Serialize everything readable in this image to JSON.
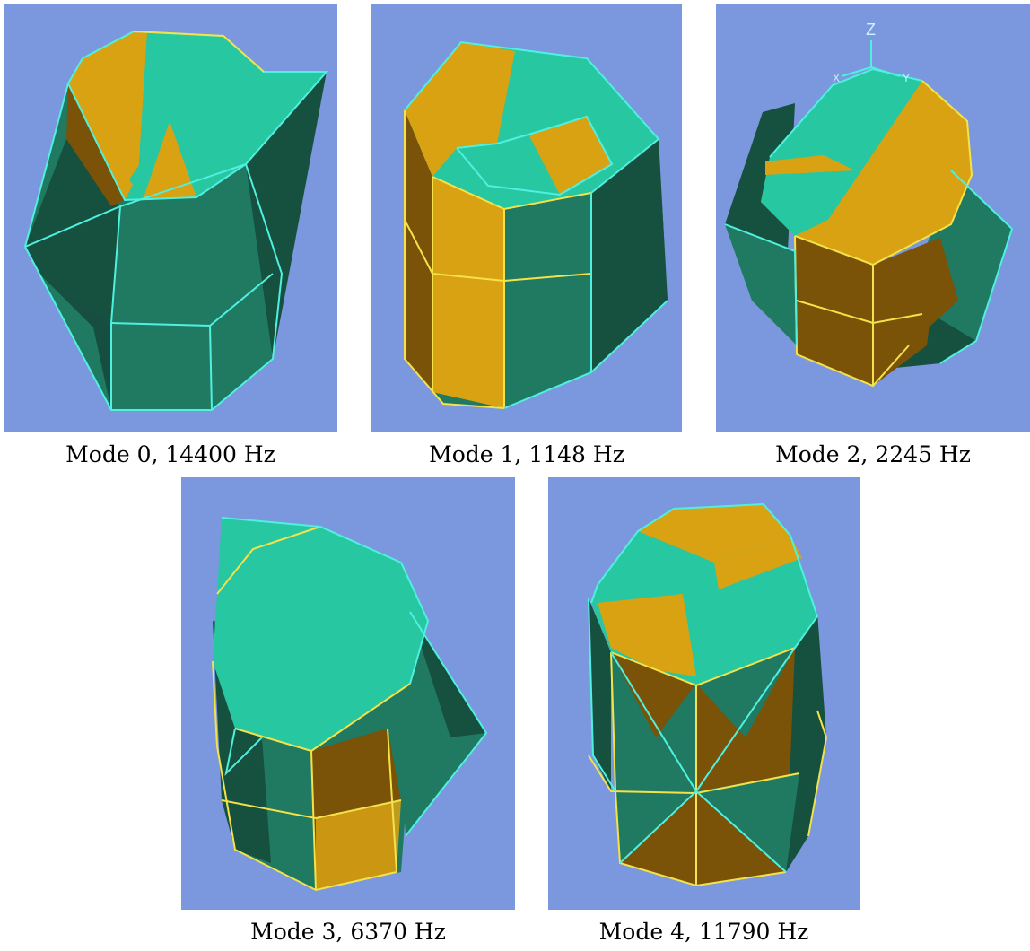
{
  "colors": {
    "background": "#7b97dd",
    "teal": "#27c7a2",
    "teal_dark": "#1f7a61",
    "teal_deep": "#16503f",
    "orange": "#d9a213",
    "orange_dark": "#7a5208",
    "edge_cyan": "#4ff0e0",
    "edge_yellow": "#f3e24a"
  },
  "figures": [
    {
      "caption": "Mode 0, 14400 Hz"
    },
    {
      "caption": "Mode 1, 1148 Hz"
    },
    {
      "caption": "Mode 2, 2245 Hz"
    },
    {
      "caption": "Mode 3, 6370 Hz"
    },
    {
      "caption": "Mode 4, 11790 Hz"
    }
  ],
  "axis_triad": {
    "z": "Z",
    "x": "X",
    "y": "Y"
  }
}
